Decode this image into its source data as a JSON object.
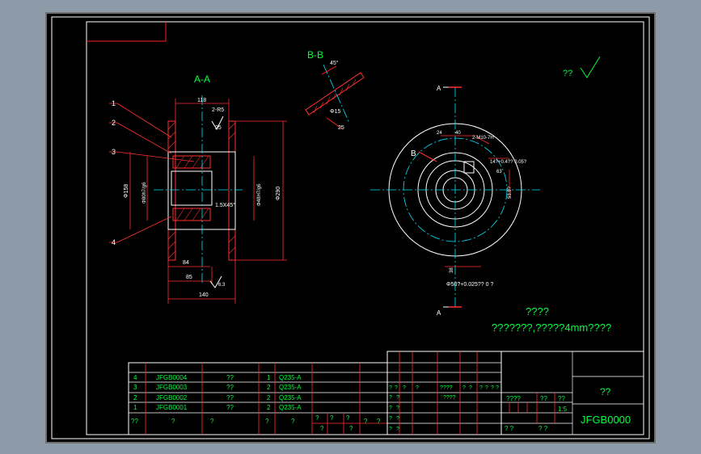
{
  "drawing": {
    "section_aa_label": "A-A",
    "section_bb_label": "B-B",
    "roughness_note": "??",
    "tech_req_title": "????",
    "tech_req_text": "???????,?????4mm????",
    "part_numbers": [
      "1",
      "2",
      "3",
      "4"
    ],
    "view_a_top": "A",
    "view_a_bottom": "A",
    "view_b": "B"
  },
  "dimensions": {
    "d118": "118",
    "r5": "2-R5",
    "rough25_a": "25",
    "d158": "Φ158",
    "d80": "Φ80h7/g6",
    "d48": "Φ48H7/g6",
    "d290": "Φ290",
    "chamfer": "1.5X45°",
    "d84": "84",
    "d85": "85",
    "d140": "140",
    "rough63": "6.3",
    "angle45": "45°",
    "d15": "Φ15",
    "rough25_b": "25",
    "w24": "24",
    "w40": "40",
    "m10": "2-M10-7H",
    "tol": "14?+0.4?? 0.05?",
    "d63": "63",
    "d53": "53.8?",
    "d38": "38",
    "bore": "Φ50?+0.025??  0    ?"
  },
  "title_block": {
    "parts": [
      {
        "no": "4",
        "code": "JFGB0004",
        "name": "??",
        "qty": "1",
        "material": "Q235-A"
      },
      {
        "no": "3",
        "code": "JFGB0003",
        "name": "??",
        "qty": "2",
        "material": "Q235-A"
      },
      {
        "no": "2",
        "code": "JFGB0002",
        "name": "??",
        "qty": "2",
        "material": "Q235-A"
      },
      {
        "no": "1",
        "code": "JFGB0001",
        "name": "??",
        "qty": "2",
        "material": "Q235-A"
      }
    ],
    "header": {
      "no": "??",
      "code": "?",
      "name": "?",
      "qty": "?",
      "material": "?"
    },
    "header_extra": [
      "?",
      "?",
      "?",
      "?",
      "?",
      "?",
      "?"
    ],
    "rev_row1": [
      "?",
      "?",
      "?",
      "?",
      "????",
      "?",
      "?",
      "?",
      "?",
      "?",
      "?"
    ],
    "rev_row2": [
      "?",
      "?",
      "????"
    ],
    "drawn_row": [
      "?",
      "?"
    ],
    "sign_row": [
      "?",
      "?",
      "?",
      "?"
    ],
    "stage_label": "????",
    "weight_label": "??",
    "scale_label": "??",
    "scale_value": "1:5",
    "sheet_label": "? ?",
    "sheet_label2": "? ?",
    "drawing_title": "??",
    "drawing_number": "JFGB0000"
  }
}
